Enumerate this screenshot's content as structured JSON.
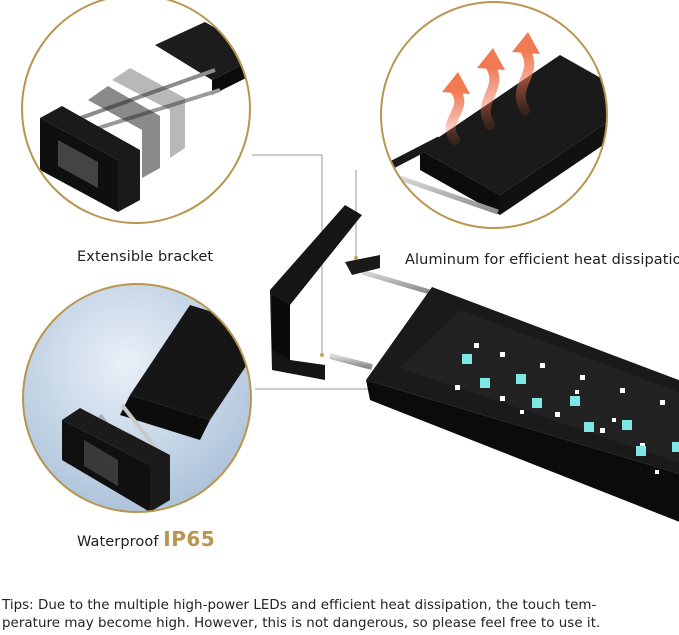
{
  "callouts": {
    "bracket": "Extensible bracket",
    "aluminum": "Aluminum for efficient heat dissipation",
    "waterproof_prefix": "Waterproof",
    "waterproof_rating": "IP65"
  },
  "tips": {
    "line1": "Tips: Due to the multiple high-power LEDs and efficient heat dissipation, the touch tem-",
    "line2": "perature may become high. However, this is not dangerous, so please feel free to use it."
  },
  "colors": {
    "accent_gold": "#b8964f",
    "led": "#7fe6e6",
    "body": "#151515"
  }
}
